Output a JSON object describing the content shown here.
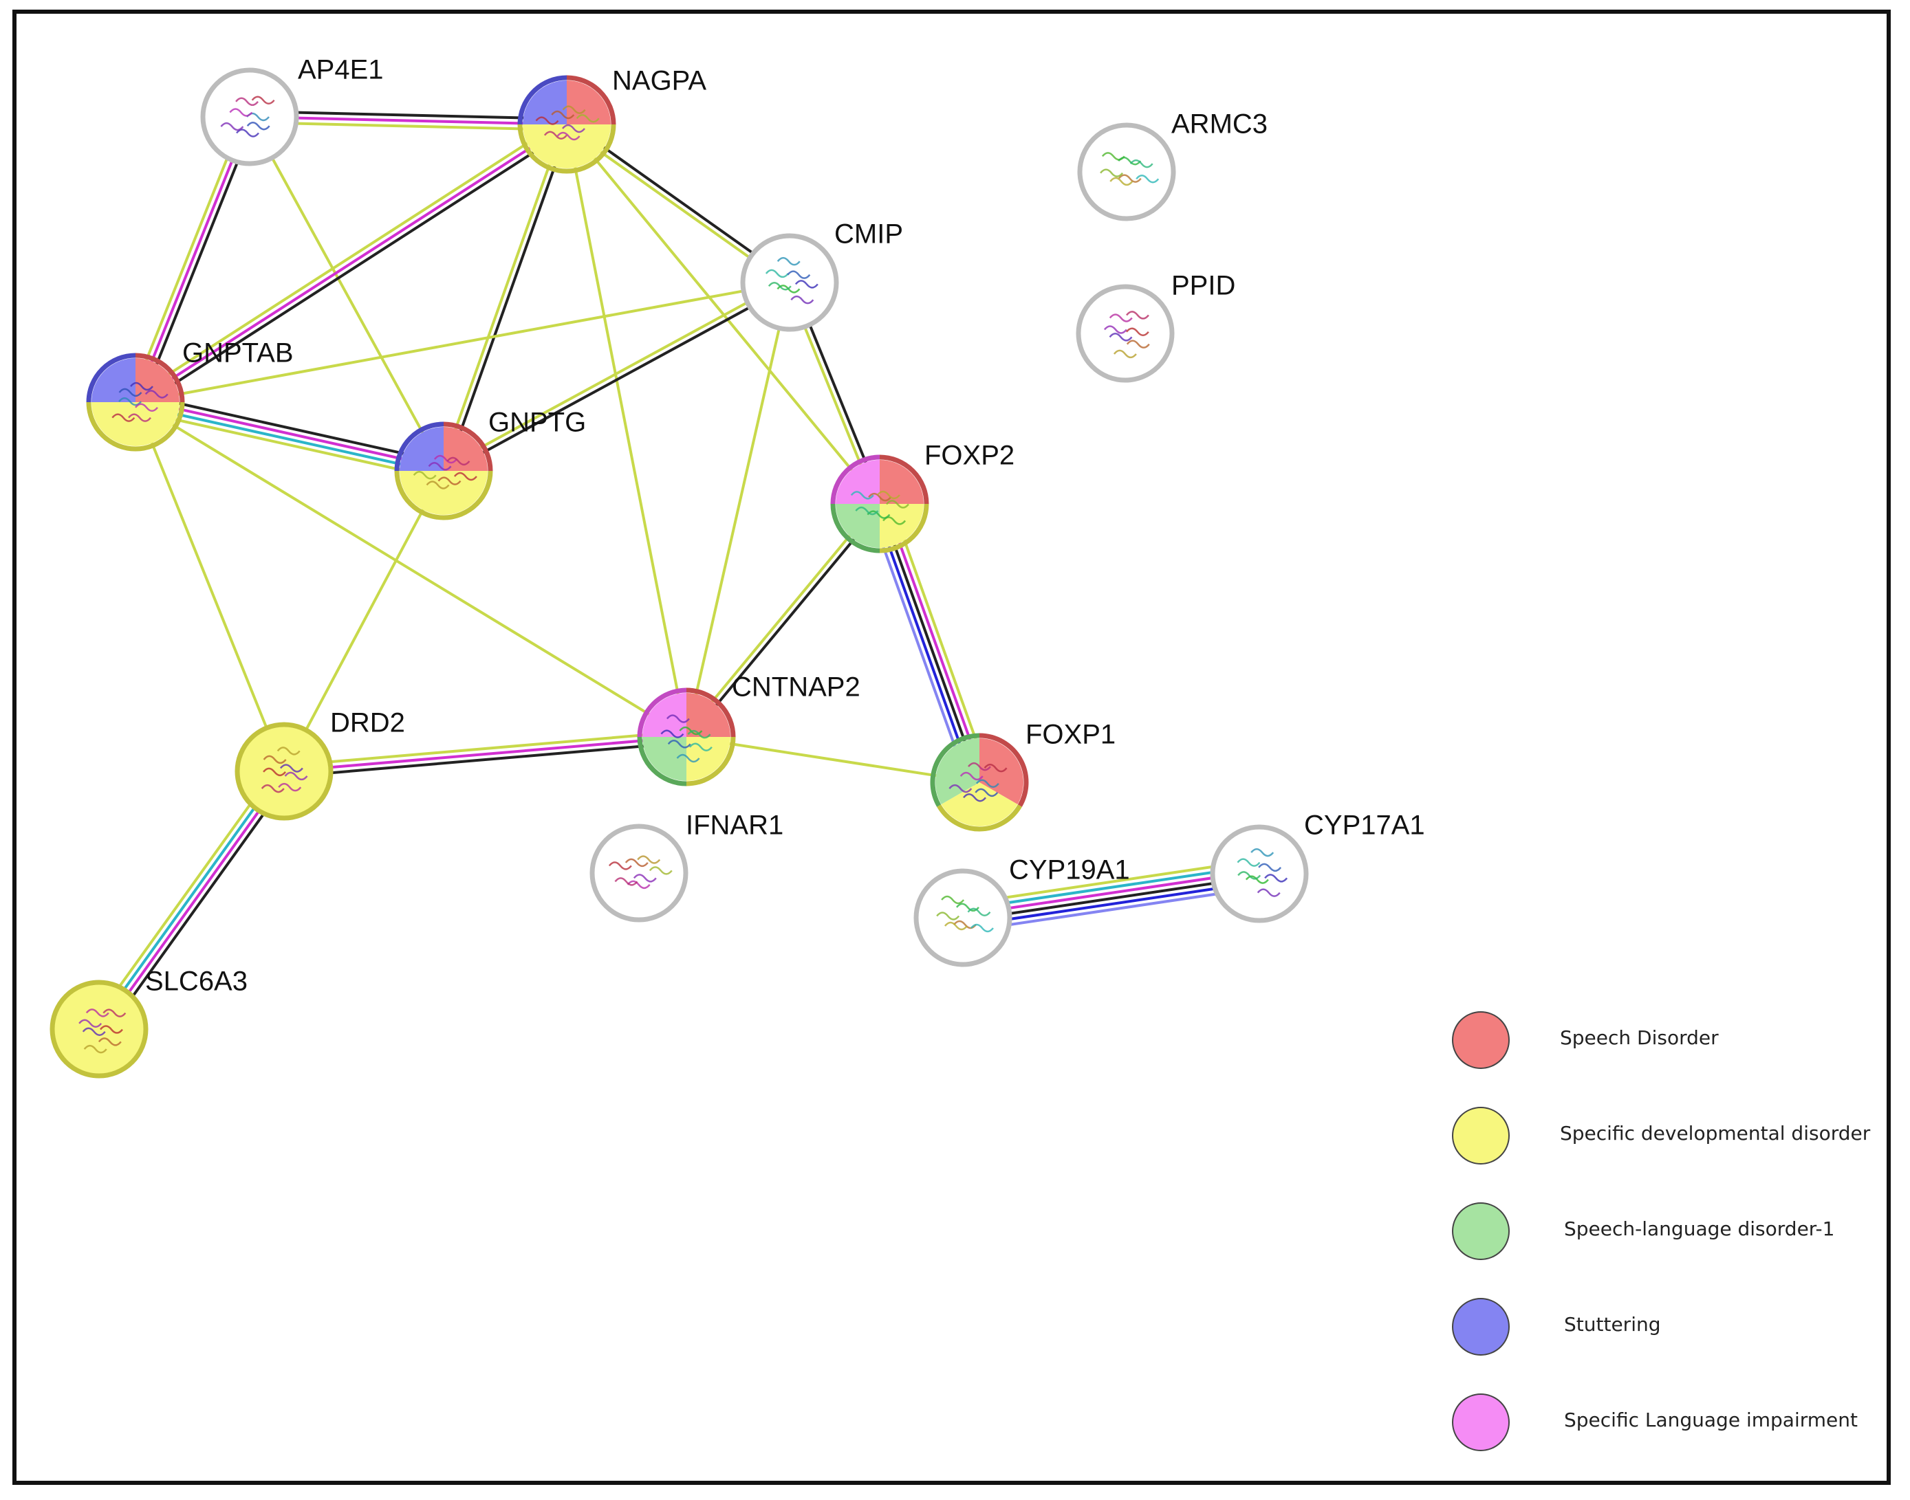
{
  "legend": [
    {
      "key": "speech",
      "label": "Speech Disorder",
      "color": "#f27e7e"
    },
    {
      "key": "dev",
      "label": "Specific developmental disorder",
      "color": "#f7f77e"
    },
    {
      "key": "sld",
      "label": "Speech-language disorder-1",
      "color": "#a6e3a1"
    },
    {
      "key": "stut",
      "label": "Stuttering",
      "color": "#8484f2"
    },
    {
      "key": "sli",
      "label": "Specific Language impairment",
      "color": "#f58cf5"
    }
  ],
  "nodes": [
    {
      "id": "AP4E1",
      "label": "AP4E1",
      "groups": [],
      "icon": "protein-structure-icon"
    },
    {
      "id": "NAGPA",
      "label": "NAGPA",
      "groups": [
        "speech",
        "dev",
        "stut"
      ],
      "icon": "protein-structure-icon"
    },
    {
      "id": "ARMC3",
      "label": "ARMC3",
      "groups": [],
      "icon": "protein-structure-icon"
    },
    {
      "id": "CMIP",
      "label": "CMIP",
      "groups": [],
      "icon": "protein-structure-icon"
    },
    {
      "id": "PPID",
      "label": "PPID",
      "groups": [],
      "icon": "protein-structure-icon"
    },
    {
      "id": "GNPTAB",
      "label": "GNPTAB",
      "groups": [
        "speech",
        "dev",
        "stut"
      ],
      "icon": "protein-structure-icon"
    },
    {
      "id": "GNPTG",
      "label": "GNPTG",
      "groups": [
        "speech",
        "dev",
        "stut"
      ],
      "icon": "protein-structure-icon"
    },
    {
      "id": "FOXP2",
      "label": "FOXP2",
      "groups": [
        "speech",
        "dev",
        "sld",
        "sli"
      ],
      "icon": "protein-structure-icon"
    },
    {
      "id": "CNTNAP2",
      "label": "CNTNAP2",
      "groups": [
        "speech",
        "dev",
        "sld",
        "sli"
      ],
      "icon": "protein-structure-icon"
    },
    {
      "id": "DRD2",
      "label": "DRD2",
      "groups": [
        "dev"
      ],
      "icon": "protein-structure-icon"
    },
    {
      "id": "FOXP1",
      "label": "FOXP1",
      "groups": [
        "speech",
        "dev",
        "sld"
      ],
      "icon": "protein-structure-icon"
    },
    {
      "id": "IFNAR1",
      "label": "IFNAR1",
      "groups": [],
      "icon": "protein-structure-icon"
    },
    {
      "id": "CYP19A1",
      "label": "CYP19A1",
      "groups": [],
      "icon": "protein-structure-icon"
    },
    {
      "id": "CYP17A1",
      "label": "CYP17A1",
      "groups": [],
      "icon": "protein-structure-icon"
    },
    {
      "id": "SLC6A3",
      "label": "SLC6A3",
      "groups": [
        "dev"
      ],
      "icon": "protein-structure-icon"
    }
  ],
  "edges": [
    {
      "source": "AP4E1",
      "target": "NAGPA",
      "colors": [
        "#222222",
        "#d12fd1",
        "#c8d94a"
      ]
    },
    {
      "source": "AP4E1",
      "target": "GNPTAB",
      "colors": [
        "#222222",
        "#d12fd1",
        "#c8d94a"
      ]
    },
    {
      "source": "AP4E1",
      "target": "GNPTG",
      "colors": [
        "#c8d94a"
      ]
    },
    {
      "source": "NAGPA",
      "target": "GNPTAB",
      "colors": [
        "#222222",
        "#d12fd1",
        "#c8d94a"
      ]
    },
    {
      "source": "NAGPA",
      "target": "GNPTG",
      "colors": [
        "#222222",
        "#c8d94a"
      ]
    },
    {
      "source": "NAGPA",
      "target": "CMIP",
      "colors": [
        "#222222",
        "#c8d94a"
      ]
    },
    {
      "source": "NAGPA",
      "target": "FOXP2",
      "colors": [
        "#c8d94a"
      ]
    },
    {
      "source": "NAGPA",
      "target": "CNTNAP2",
      "colors": [
        "#c8d94a"
      ]
    },
    {
      "source": "CMIP",
      "target": "GNPTAB",
      "colors": [
        "#c8d94a"
      ]
    },
    {
      "source": "CMIP",
      "target": "GNPTG",
      "colors": [
        "#222222",
        "#c8d94a"
      ]
    },
    {
      "source": "CMIP",
      "target": "FOXP2",
      "colors": [
        "#222222",
        "#c8d94a"
      ]
    },
    {
      "source": "CMIP",
      "target": "CNTNAP2",
      "colors": [
        "#c8d94a"
      ]
    },
    {
      "source": "GNPTAB",
      "target": "GNPTG",
      "colors": [
        "#222222",
        "#d12fd1",
        "#2bb5c9",
        "#c8d94a"
      ]
    },
    {
      "source": "GNPTAB",
      "target": "DRD2",
      "colors": [
        "#c8d94a"
      ]
    },
    {
      "source": "GNPTAB",
      "target": "CNTNAP2",
      "colors": [
        "#c8d94a"
      ]
    },
    {
      "source": "GNPTG",
      "target": "DRD2",
      "colors": [
        "#c8d94a"
      ]
    },
    {
      "source": "FOXP2",
      "target": "CNTNAP2",
      "colors": [
        "#222222",
        "#c8d94a"
      ]
    },
    {
      "source": "FOXP2",
      "target": "FOXP1",
      "colors": [
        "#c8d94a",
        "#d12fd1",
        "#222222",
        "#2222d9",
        "#8484f2"
      ]
    },
    {
      "source": "CNTNAP2",
      "target": "DRD2",
      "colors": [
        "#222222",
        "#d12fd1",
        "#c8d94a"
      ]
    },
    {
      "source": "CNTNAP2",
      "target": "FOXP1",
      "colors": [
        "#c8d94a"
      ]
    },
    {
      "source": "DRD2",
      "target": "SLC6A3",
      "colors": [
        "#222222",
        "#d12fd1",
        "#2bb5c9",
        "#c8d94a"
      ]
    },
    {
      "source": "CYP19A1",
      "target": "CYP17A1",
      "colors": [
        "#c8d94a",
        "#2bb5c9",
        "#d12fd1",
        "#222222",
        "#2222d9",
        "#8484f2"
      ]
    }
  ]
}
